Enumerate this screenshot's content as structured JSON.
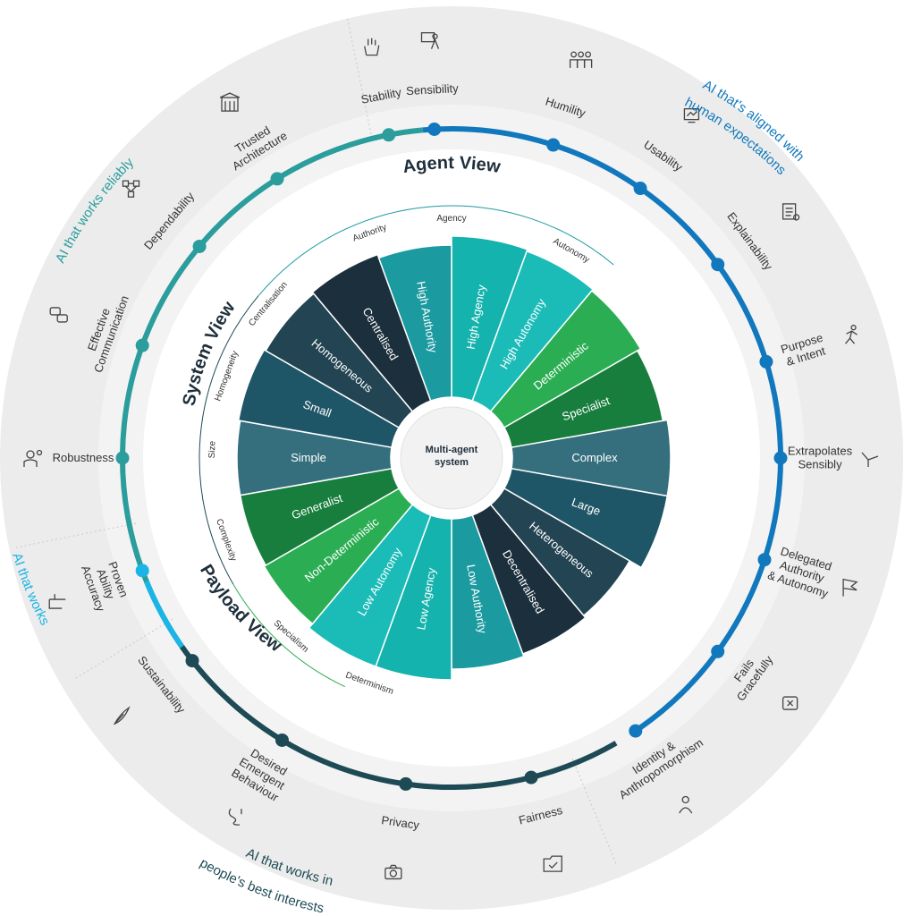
{
  "center": {
    "line1": "Multi-agent",
    "line2": "system"
  },
  "views": {
    "agent": "Agent View",
    "system": "System View",
    "payload": "Payload View"
  },
  "dimensions": [
    "Agency",
    "Autonomy",
    "Authority",
    "Centralisation",
    "Homogeneity",
    "Size",
    "Complexity",
    "Specialism",
    "Determinism"
  ],
  "segments": [
    {
      "label": "High Agency",
      "color": "#14b3ad"
    },
    {
      "label": "High Autonomy",
      "color": "#1bbcb8"
    },
    {
      "label": "Deterministic",
      "color": "#2bae53"
    },
    {
      "label": "Specialist",
      "color": "#187e3d"
    },
    {
      "label": "Complex",
      "color": "#356f7d"
    },
    {
      "label": "Large",
      "color": "#1f5667"
    },
    {
      "label": "Heterogeneous",
      "color": "#234452"
    },
    {
      "label": "Decentralised",
      "color": "#1b2f3c"
    },
    {
      "label": "Low Authority",
      "color": "#1b9aa0"
    },
    {
      "label": "Low Agency",
      "color": "#14b3ad"
    },
    {
      "label": "Low Autonomy",
      "color": "#1bbcb8"
    },
    {
      "label": "Non-Deterministic",
      "color": "#2bae53"
    },
    {
      "label": "Generalist",
      "color": "#187e3d"
    },
    {
      "label": "Simple",
      "color": "#356f7d"
    },
    {
      "label": "Small",
      "color": "#1f5667"
    },
    {
      "label": "Homogeneous",
      "color": "#234452"
    },
    {
      "label": "Centralised",
      "color": "#1b2f3c"
    },
    {
      "label": "High Authority",
      "color": "#1b9aa0"
    }
  ],
  "groups": {
    "reliably": "AI that works reliably",
    "aligned_l1": "AI that's aligned with",
    "aligned_l2": "human expectations",
    "works": "AI that works",
    "interests_l1": "AI that works in",
    "interests_l2": "people's best interests"
  },
  "group_colors": {
    "reliably": "#2a9d9c",
    "aligned": "#1178be",
    "works": "#1bb4e6",
    "interests": "#1d4a55"
  },
  "principles": [
    {
      "lines": [
        "Sensibility"
      ],
      "icon": "presenter-icon"
    },
    {
      "lines": [
        "Humility"
      ],
      "icon": "team-icon"
    },
    {
      "lines": [
        "Usability"
      ],
      "icon": "usability-icon"
    },
    {
      "lines": [
        "Explainability"
      ],
      "icon": "explain-icon"
    },
    {
      "lines": [
        "Purpose",
        "& Intent"
      ],
      "icon": "walker-icon"
    },
    {
      "lines": [
        "Extrapolates",
        "Sensibly"
      ],
      "icon": "graph-icon"
    },
    {
      "lines": [
        "Delegated",
        "Authority",
        "& Autonomy"
      ],
      "icon": "flag-icon"
    },
    {
      "lines": [
        "Fails",
        "Gracefully"
      ],
      "icon": "error-icon"
    },
    {
      "lines": [
        "Identity &",
        "Anthropomorphism"
      ],
      "icon": "person-icon"
    },
    {
      "lines": [
        "Fairness"
      ],
      "icon": "folder-check-icon"
    },
    {
      "lines": [
        "Privacy"
      ],
      "icon": "camera-icon"
    },
    {
      "lines": [
        "Desired",
        "Emergent",
        "Behaviour"
      ],
      "icon": "path-icon"
    },
    {
      "lines": [
        "Sustainability"
      ],
      "icon": "leaf-icon"
    },
    {
      "lines": [
        "Proven",
        "Ability",
        "Accuracy"
      ],
      "icon": "pointing-hand-icon"
    },
    {
      "lines": [
        "Robustness"
      ],
      "icon": "gear-person-icon"
    },
    {
      "lines": [
        "Effective",
        "Communication"
      ],
      "icon": "chat-icon"
    },
    {
      "lines": [
        "Dependability"
      ],
      "icon": "network-icon"
    },
    {
      "lines": [
        "Trusted",
        "Architecture"
      ],
      "icon": "building-icon"
    },
    {
      "lines": [
        "Stability"
      ],
      "icon": "hand-icon"
    }
  ]
}
